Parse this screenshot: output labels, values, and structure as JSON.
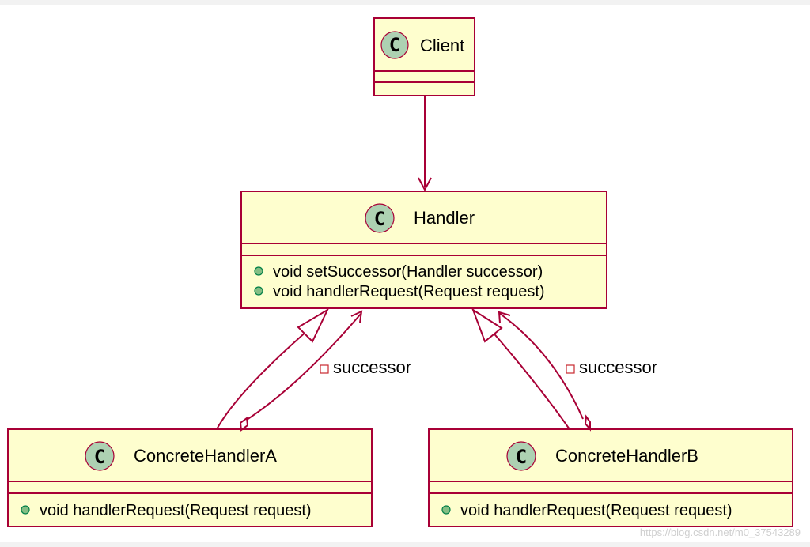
{
  "classes": {
    "client": {
      "name": "Client",
      "stereotype_glyph": "C",
      "methods": []
    },
    "handler": {
      "name": "Handler",
      "stereotype_glyph": "C",
      "methods": [
        "void setSuccessor(Handler successor)",
        "void handlerRequest(Request request)"
      ]
    },
    "concrete_a": {
      "name": "ConcreteHandlerA",
      "stereotype_glyph": "C",
      "methods": [
        "void handlerRequest(Request request)"
      ]
    },
    "concrete_b": {
      "name": "ConcreteHandlerB",
      "stereotype_glyph": "C",
      "methods": [
        "void handlerRequest(Request request)"
      ]
    }
  },
  "relations": {
    "a_successor_label": "successor",
    "b_successor_label": "successor"
  },
  "watermark": "https://blog.csdn.net/m0_37543289",
  "colors": {
    "box_fill": "#fefece",
    "border": "#a80036",
    "circle": "#add1b2",
    "public_dot": "#84be84"
  }
}
